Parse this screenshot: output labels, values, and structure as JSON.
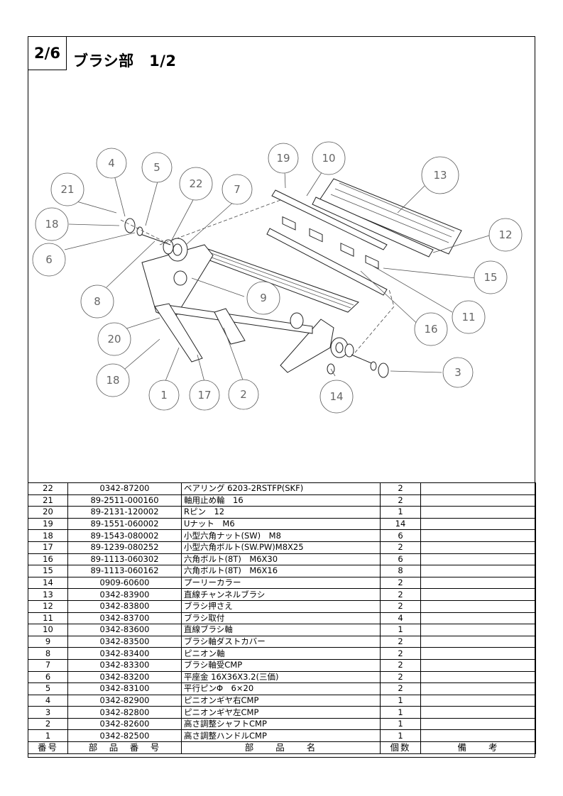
{
  "header": {
    "page_number": "2/6",
    "title": "ブラシ部　1/2"
  },
  "callouts": [
    "1",
    "2",
    "3",
    "4",
    "5",
    "6",
    "7",
    "8",
    "9",
    "10",
    "11",
    "12",
    "13",
    "14",
    "15",
    "16",
    "17",
    "18",
    "18",
    "19",
    "20",
    "21",
    "22"
  ],
  "table": {
    "columns": [
      "番号",
      "部　品　番　号",
      "部　　品　　名",
      "個数",
      "備　　考"
    ],
    "rows": [
      {
        "no": "22",
        "part_no": "0342-87200",
        "name": "ベアリング 6203-2RSTFP(SKF)",
        "qty": "2",
        "note": ""
      },
      {
        "no": "21",
        "part_no": "89-2511-000160",
        "name": "軸用止め輪　16",
        "qty": "2",
        "note": ""
      },
      {
        "no": "20",
        "part_no": "89-2131-120002",
        "name": "Rピン　12",
        "qty": "1",
        "note": ""
      },
      {
        "no": "19",
        "part_no": "89-1551-060002",
        "name": "Uナット　M6",
        "qty": "14",
        "note": ""
      },
      {
        "no": "18",
        "part_no": "89-1543-080002",
        "name": "小型六角ナット(SW)　M8",
        "qty": "6",
        "note": ""
      },
      {
        "no": "17",
        "part_no": "89-1239-080252",
        "name": "小型六角ボルト(SW.PW)M8X25",
        "qty": "2",
        "note": ""
      },
      {
        "no": "16",
        "part_no": "89-1113-060302",
        "name": "六角ボルト(8T)　M6X30",
        "qty": "6",
        "note": ""
      },
      {
        "no": "15",
        "part_no": "89-1113-060162",
        "name": "六角ボルト(8T)　M6X16",
        "qty": "8",
        "note": ""
      },
      {
        "no": "14",
        "part_no": "0909-60600",
        "name": "プーリーカラー",
        "qty": "2",
        "note": ""
      },
      {
        "no": "13",
        "part_no": "0342-83900",
        "name": "直線チャンネルブラシ",
        "qty": "2",
        "note": ""
      },
      {
        "no": "12",
        "part_no": "0342-83800",
        "name": "ブラシ押さえ",
        "qty": "2",
        "note": ""
      },
      {
        "no": "11",
        "part_no": "0342-83700",
        "name": "ブラシ取付",
        "qty": "4",
        "note": ""
      },
      {
        "no": "10",
        "part_no": "0342-83600",
        "name": "直線ブラシ軸",
        "qty": "1",
        "note": ""
      },
      {
        "no": "9",
        "part_no": "0342-83500",
        "name": "ブラシ軸ダストカバー",
        "qty": "2",
        "note": ""
      },
      {
        "no": "8",
        "part_no": "0342-83400",
        "name": "ピニオン軸",
        "qty": "2",
        "note": ""
      },
      {
        "no": "7",
        "part_no": "0342-83300",
        "name": "ブラシ軸受CMP",
        "qty": "2",
        "note": ""
      },
      {
        "no": "6",
        "part_no": "0342-83200",
        "name": "平座金 16X36X3.2(三価)",
        "qty": "2",
        "note": ""
      },
      {
        "no": "5",
        "part_no": "0342-83100",
        "name": "平行ピンΦ　6×20",
        "qty": "2",
        "note": ""
      },
      {
        "no": "4",
        "part_no": "0342-82900",
        "name": "ピニオンギヤ右CMP",
        "qty": "1",
        "note": ""
      },
      {
        "no": "3",
        "part_no": "0342-82800",
        "name": "ピニオンギヤ左CMP",
        "qty": "1",
        "note": ""
      },
      {
        "no": "2",
        "part_no": "0342-82600",
        "name": "高さ調整シャフトCMP",
        "qty": "1",
        "note": ""
      },
      {
        "no": "1",
        "part_no": "0342-82500",
        "name": "高さ調整ハンドルCMP",
        "qty": "1",
        "note": ""
      }
    ]
  }
}
